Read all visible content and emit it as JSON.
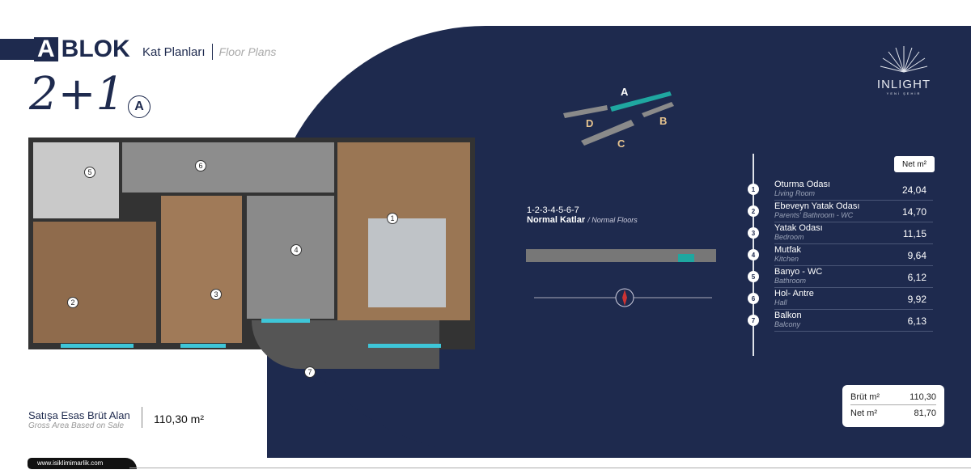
{
  "header": {
    "block_letter": "A",
    "block_word": "BLOK",
    "title": "Kat Planları",
    "title_en": "Floor Plans",
    "unit_type": "2+1",
    "unit_variant": "A"
  },
  "logo": {
    "name": "INLIGHT",
    "sub": "YENİ ŞEHİR"
  },
  "site_plan": {
    "blocks": [
      "A",
      "B",
      "C",
      "D"
    ],
    "selected": "A",
    "accent": "#1fa7a0"
  },
  "floors": {
    "numbers": "1-2-3-4-5-6-7",
    "label": "Normal Katlar",
    "label_en": "/ Normal Floors"
  },
  "plan_numbers": [
    "1",
    "2",
    "3",
    "4",
    "5",
    "6",
    "7"
  ],
  "rooms_table": {
    "header": "Net m²",
    "rows": [
      {
        "n": "1",
        "name": "Oturma Odası",
        "en": "Living Room",
        "value": "24,04"
      },
      {
        "n": "2",
        "name": "Ebeveyn Yatak Odası",
        "en": "Parents' Bathroom - WC",
        "value": "14,70"
      },
      {
        "n": "3",
        "name": "Yatak Odası",
        "en": "Bedroom",
        "value": "11,15"
      },
      {
        "n": "4",
        "name": "Mutfak",
        "en": "Kitchen",
        "value": "9,64"
      },
      {
        "n": "5",
        "name": "Banyo - WC",
        "en": "Bathroom",
        "value": "6,12"
      },
      {
        "n": "6",
        "name": "Hol- Antre",
        "en": "Hall",
        "value": "9,92"
      },
      {
        "n": "7",
        "name": "Balkon",
        "en": "Balcony",
        "value": "6,13"
      }
    ]
  },
  "totals": {
    "gross_label": "Brüt m²",
    "gross": "110,30",
    "net_label": "Net m²",
    "net": "81,70"
  },
  "area": {
    "label": "Satışa Esas Brüt Alan",
    "label_en": "Gross Area Based on Sale",
    "value": "110,30 m²"
  },
  "footer": {
    "url": "www.isiklimimarlik.com"
  }
}
